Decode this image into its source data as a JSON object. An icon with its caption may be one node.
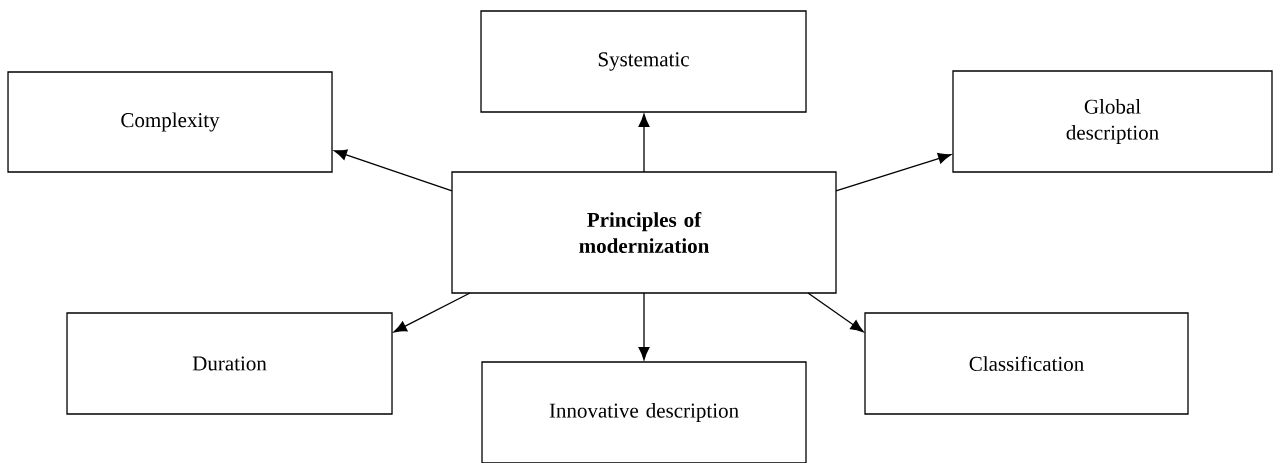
{
  "diagram": {
    "nodes": [
      {
        "text": [
          "Systematic"
        ]
      },
      {
        "text": [
          "Complexity"
        ]
      },
      {
        "text": [
          "Global description"
        ]
      },
      {
        "text": [
          "Principles of modernization"
        ]
      },
      {
        "text": [
          "Duration"
        ]
      },
      {
        "text": [
          "Classification"
        ]
      },
      {
        "text": [
          "Innovative description"
        ]
      }
    ],
    "edges": [
      {
        "from": 3,
        "to": 0,
        "arrow": "to"
      },
      {
        "from": 3,
        "to": 1,
        "arrow": "to"
      },
      {
        "from": 3,
        "to": 2,
        "arrow": "to"
      },
      {
        "from": 3,
        "to": 4,
        "arrow": "to"
      },
      {
        "from": 3,
        "to": 6,
        "arrow": "to"
      },
      {
        "from": 3,
        "to": 5,
        "arrow": "to"
      }
    ]
  }
}
